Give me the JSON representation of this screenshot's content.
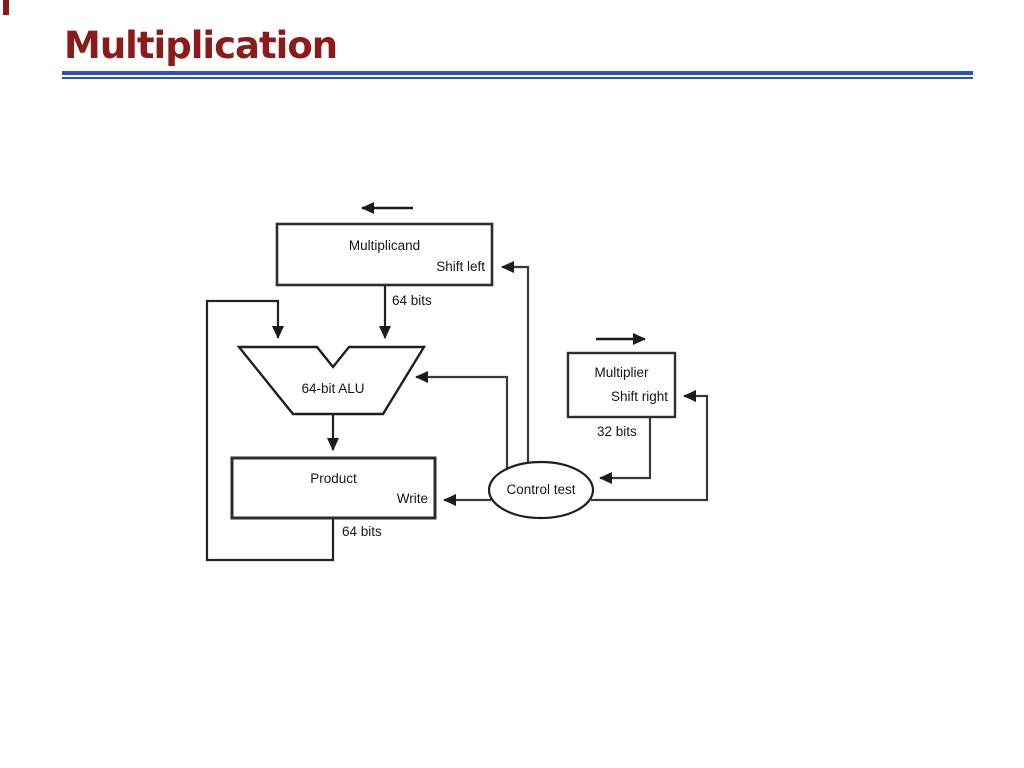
{
  "slide": {
    "title": "Multiplication",
    "title_color": "#8b1b1b",
    "underline_color": "#2b50c8"
  },
  "diagram": {
    "registers": {
      "multiplicand": {
        "name": "Multiplicand",
        "control": "Shift left",
        "width": "64 bits"
      },
      "multiplier": {
        "name": "Multiplier",
        "control": "Shift right",
        "width": "32 bits"
      },
      "product": {
        "name": "Product",
        "control": "Write",
        "width": "64 bits"
      }
    },
    "alu": {
      "name": "64-bit ALU"
    },
    "control_unit": {
      "name": "Control test"
    },
    "line_color": "#222222"
  }
}
